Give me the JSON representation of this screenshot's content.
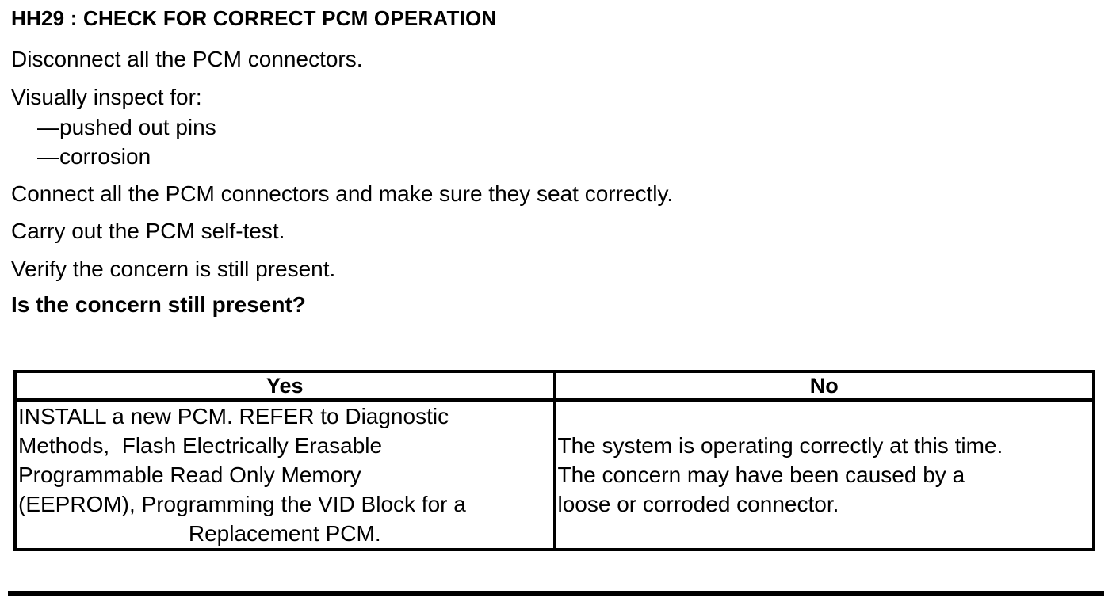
{
  "document": {
    "title": "HH29 : CHECK FOR CORRECT PCM OPERATION",
    "steps": {
      "disconnect": "Disconnect all the PCM connectors.",
      "inspect_intro": "Visually inspect for:",
      "inspect_items": [
        "—pushed out pins",
        "—corrosion"
      ],
      "connect": "Connect all the PCM connectors and make sure they seat correctly.",
      "self_test": "Carry out the PCM self-test.",
      "verify": "Verify the concern is still present."
    },
    "question": "Is the concern still present?",
    "decision_table": {
      "yes_header": "Yes",
      "no_header": "No",
      "yes_action_lines": [
        "INSTALL a new PCM. REFER to Diagnostic",
        "Methods,  Flash Electrically Erasable",
        "Programmable Read Only Memory",
        "(EEPROM), Programming the VID Block for a",
        "Replacement PCM."
      ],
      "no_action_lines": [
        "The system is operating correctly at this time.",
        "The concern may have been caused by a",
        "loose or corroded connector."
      ]
    },
    "colors": {
      "text": "#000000",
      "background": "#ffffff"
    }
  }
}
